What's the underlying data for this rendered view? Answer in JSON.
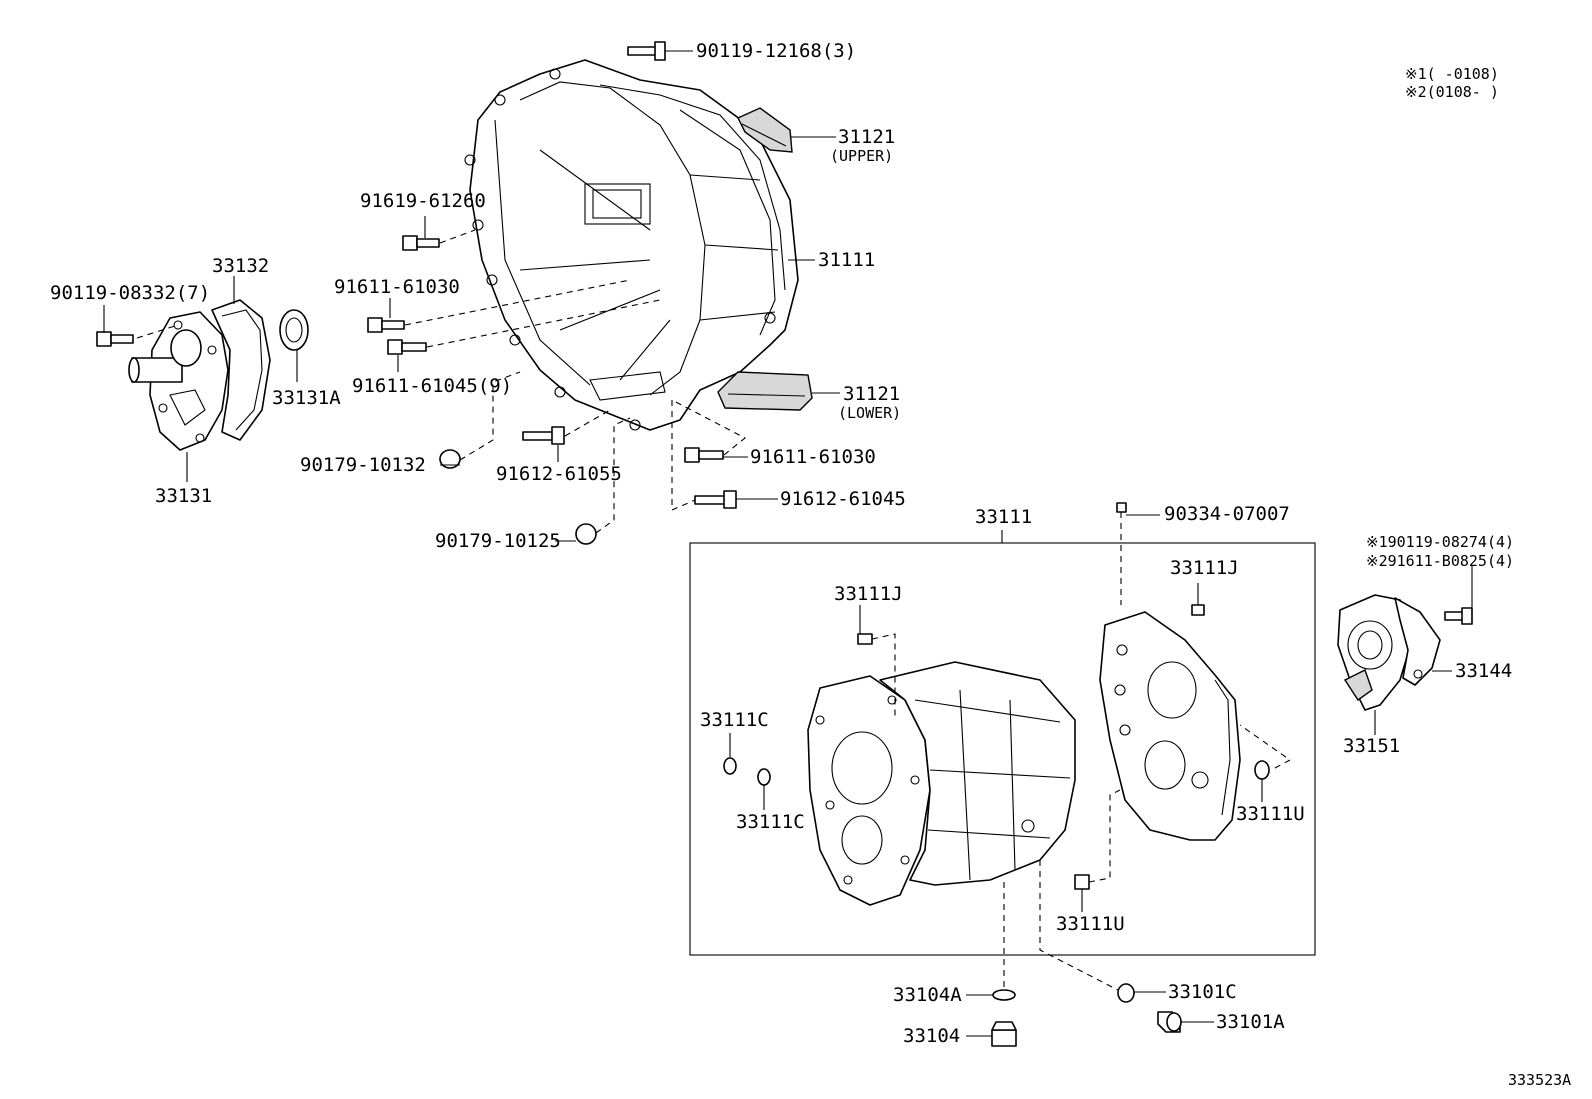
{
  "notes": {
    "note1": "※1(      -0108)",
    "note2": "※2(0108-      )"
  },
  "diagram_id": "333523A",
  "labels": {
    "p90119_12168": "90119-12168(3)",
    "p31121_upper": "31121",
    "upper": "(UPPER)",
    "p91619_61260": "91619-61260",
    "p31111": "31111",
    "p33132": "33132",
    "p90119_08332": "90119-08332(7)",
    "p91611_61030_a": "91611-61030",
    "p91611_61045": "91611-61045(9)",
    "p33131a": "33131A",
    "p31121_lower": "31121",
    "lower": "(LOWER)",
    "p90179_10132": "90179-10132",
    "p91612_61055": "91612-61055",
    "p91611_61030_b": "91611-61030",
    "p33131": "33131",
    "p91612_61045": "91612-61045",
    "p33111": "33111",
    "p90334_07007": "90334-07007",
    "p90179_10125": "90179-10125",
    "p90119_08274": "※190119-08274(4)",
    "p91611_b0825": "※291611-B0825(4)",
    "p33111j_a": "33111J",
    "p33111j_b": "33111J",
    "p33144": "33144",
    "p33111c_a": "33111C",
    "p33111c_b": "33111C",
    "p33151": "33151",
    "p33111u_a": "33111U",
    "p33111u_b": "33111U",
    "p33104a": "33104A",
    "p33101c": "33101C",
    "p33104": "33104",
    "p33101a": "33101A"
  }
}
